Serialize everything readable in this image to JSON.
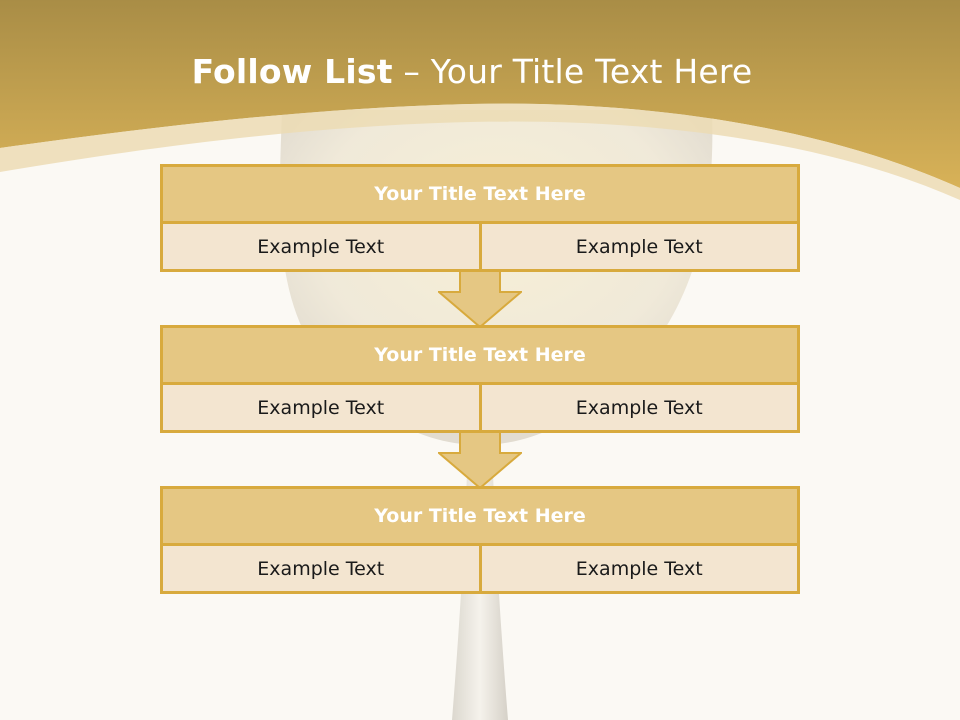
{
  "slide": {
    "title_bold": "Follow List",
    "title_rest": " – Your Title Text Here"
  },
  "steps": [
    {
      "title": "Your Title Text Here",
      "left": "Example Text",
      "right": "Example Text"
    },
    {
      "title": "Your Title Text Here",
      "left": "Example Text",
      "right": "Example Text"
    },
    {
      "title": "Your Title Text Here",
      "left": "Example Text",
      "right": "Example Text"
    }
  ],
  "colors": {
    "band": "#d4ad52",
    "box_border": "#d8aa3d",
    "box_header": "#e5c783",
    "box_cell": "#f3e5d0",
    "background": "#fbf9f4"
  }
}
